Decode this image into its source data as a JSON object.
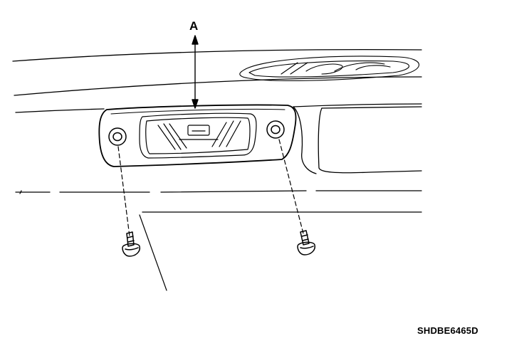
{
  "callout": {
    "label": "A"
  },
  "figure": {
    "code": "SHDBE6465D"
  },
  "colors": {
    "ink": "#000000",
    "paper": "#ffffff"
  },
  "parts": {
    "lamp_assembly_icon": "license-lamp",
    "screw_icon": "screw"
  }
}
